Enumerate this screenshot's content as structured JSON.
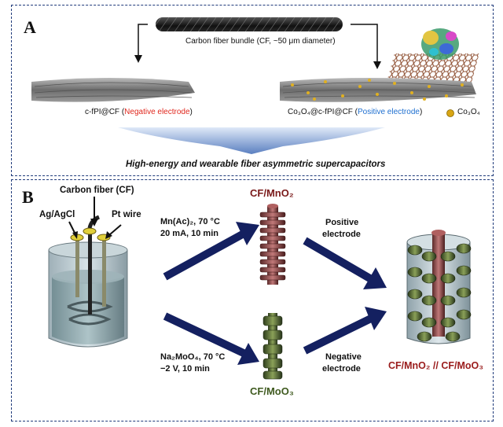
{
  "panel_a": {
    "label": "A",
    "bundle_caption": "Carbon fiber bundle (CF, ~50 μm diameter)",
    "left_electrode": {
      "prefix": "c-fPI@CF (",
      "role": "Negative electrode",
      "suffix": ")"
    },
    "right_electrode": {
      "prefix": "Co₃O₄@c-fPI@CF (",
      "role": "Positive electrode",
      "suffix": ")"
    },
    "legend_label": "Co₃O₄",
    "banner": "High-energy and wearable fiber asymmetric supercapacitors"
  },
  "panel_b": {
    "label": "B",
    "carbon_fiber_label": "Carbon fiber (CF)",
    "ref_electrode_label": "Ag/AgCl",
    "counter_electrode_label": "Pt wire",
    "top_product": "CF/MnO₂",
    "bottom_product": "CF/MoO₃",
    "top_condition_1": "Mn(Ac)₂, 70 °C",
    "top_condition_2": "20 mA, 10 min",
    "bottom_condition_1": "Na₂MoO₄, 70 °C",
    "bottom_condition_2": "−2 V, 10 min",
    "positive_label_1": "Positive",
    "positive_label_2": "electrode",
    "negative_label_1": "Negative",
    "negative_label_2": "electrode",
    "device_label": "CF/MnO₂ // CF/MoO₃"
  },
  "colors": {
    "negative": "#e0281e",
    "positive": "#1e6fd0",
    "product_top": "#7a1a1a",
    "product_bottom": "#3f5a1f",
    "arrow": "#142060",
    "device_label": "#9a1c1c"
  }
}
